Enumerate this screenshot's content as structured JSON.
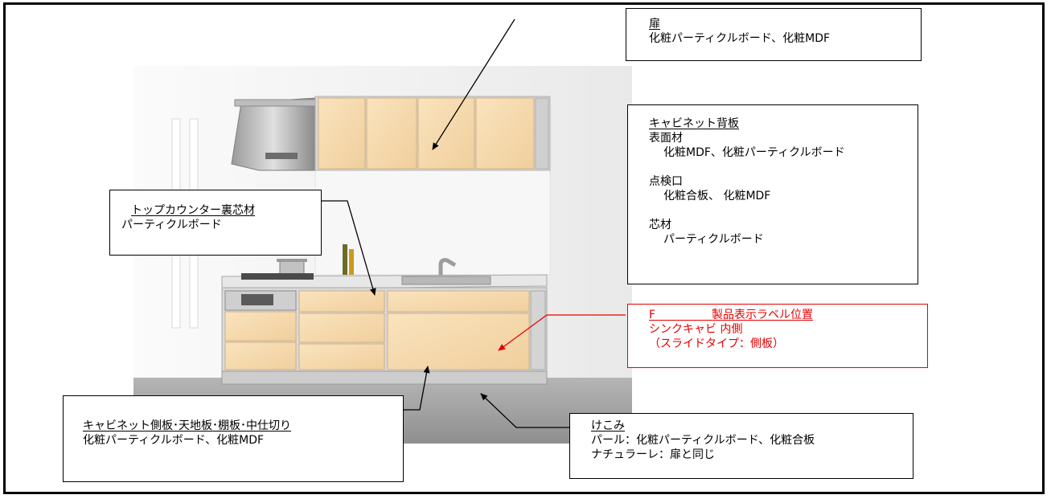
{
  "colors": {
    "frame": "#000000",
    "highlight": "#e60000",
    "cabinet": "#f6d9ac",
    "wall": "#f1f1f1",
    "floor": "#a3a3a3"
  },
  "labels": {
    "door": {
      "heading": "扉",
      "lines": [
        "化粧パーティクルボード、化粧MDF"
      ]
    },
    "back_panel": {
      "heading": "キャビネット背板",
      "surface_heading": "表面材",
      "surface_value": "化粧MDF、化粧パーティクルボード",
      "inspection_heading": "点検口",
      "inspection_value": "化粧合板、 化粧MDF",
      "core_heading": "芯材",
      "core_value": "パーティクルボード"
    },
    "top_counter": {
      "heading": "トップカウンター裏芯材",
      "lines": [
        "パーティクルボード"
      ]
    },
    "product_label": {
      "heading": "F　　　　　製品表示ラベル位置",
      "line1": "シンクキャビ 内側",
      "line2": "（スライドタイプ：側板）"
    },
    "side_panels": {
      "heading": "キャビネット側板･天地板･棚板･中仕切り",
      "lines": [
        "化粧パーティクルボード、化粧MDF"
      ]
    },
    "kickboard": {
      "heading": "けこみ",
      "line1": "パール：化粧パーティクルボード、化粧合板",
      "line2": "ナチュラーレ：扉と同じ"
    }
  },
  "icons": [
    "range-hood-icon",
    "pot-icon",
    "bottle-icon",
    "faucet-icon",
    "sink-icon",
    "cooktop-icon"
  ]
}
